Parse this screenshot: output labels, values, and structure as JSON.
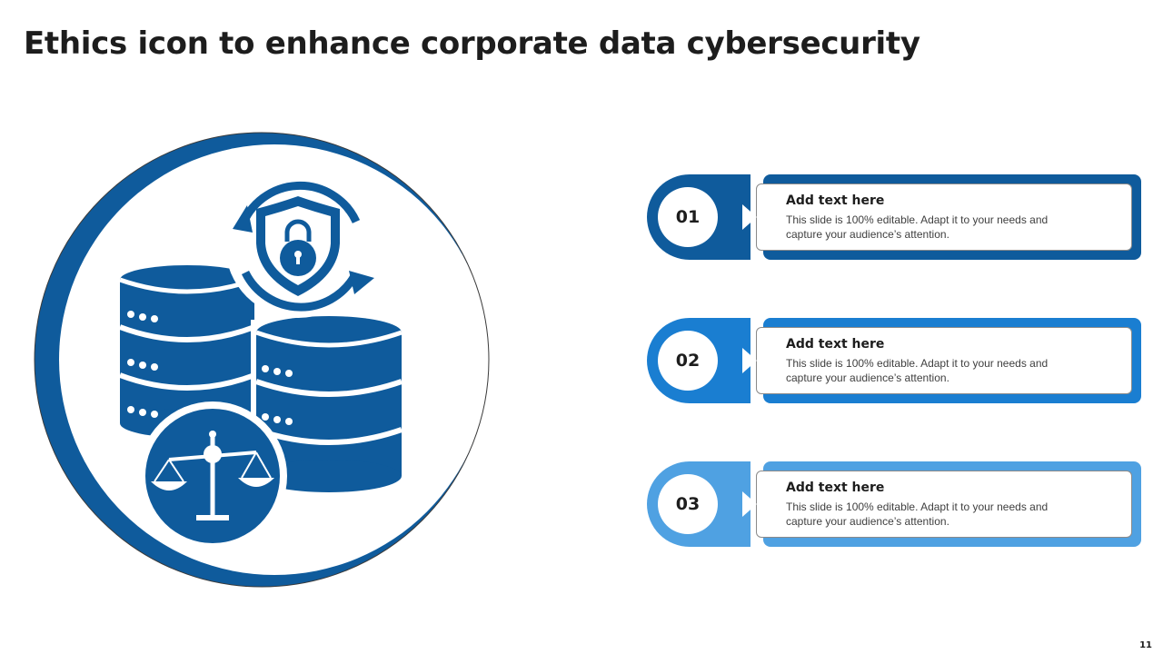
{
  "slide": {
    "title": "Ethics icon to enhance corporate data cybersecurity",
    "page_number": "11"
  },
  "illustration": {
    "icon_names": [
      "database-icon",
      "shield-lock-icon",
      "refresh-arrows-icon",
      "justice-scale-icon"
    ],
    "color": "#0f5b9c"
  },
  "items": [
    {
      "number": "01",
      "heading": "Add text here",
      "description": "This slide is 100% editable. Adapt it to your needs and capture your audience’s attention.",
      "color": "#0f5b9c"
    },
    {
      "number": "02",
      "heading": "Add text here",
      "description": "This slide is 100% editable. Adapt it to your needs and capture your audience’s attention.",
      "color": "#1a7ed1"
    },
    {
      "number": "03",
      "heading": "Add text here",
      "description": "This slide is 100% editable. Adapt it to your needs and capture your audience’s attention.",
      "color": "#4fa1e2"
    }
  ]
}
